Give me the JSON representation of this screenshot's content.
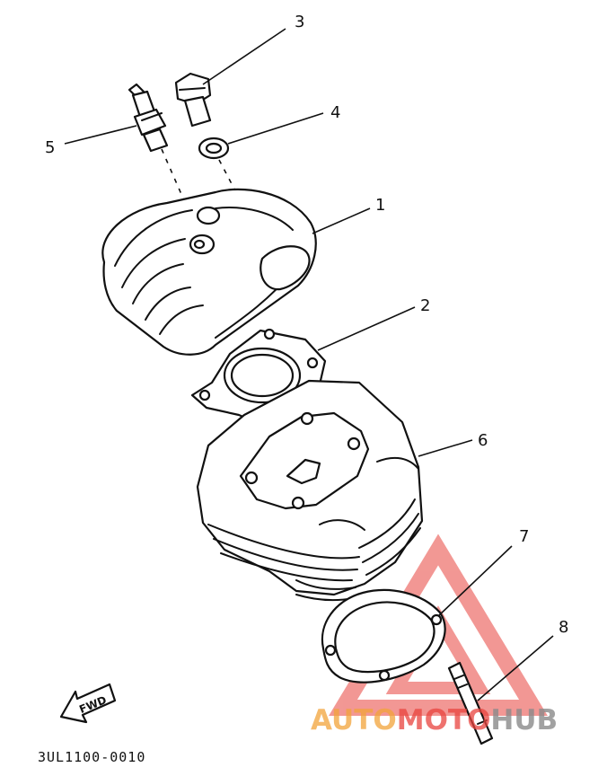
{
  "diagram": {
    "callouts": [
      {
        "id": "cyl-head",
        "label": "1"
      },
      {
        "id": "head-gasket",
        "label": "2"
      },
      {
        "id": "bolt",
        "label": "3"
      },
      {
        "id": "washer",
        "label": "4"
      },
      {
        "id": "spark-plug",
        "label": "5"
      },
      {
        "id": "cylinder",
        "label": "6"
      },
      {
        "id": "base-gasket",
        "label": "7"
      },
      {
        "id": "stud",
        "label": "8"
      }
    ],
    "fwd_label": "FWD",
    "code": "3UL1100-0010"
  },
  "watermark": {
    "part1": "AUTO",
    "part2": "MOTO",
    "part3": "HUB",
    "colors": {
      "orange": "#f2a33a",
      "red": "#e8433d",
      "grey": "#8a8a8a"
    }
  }
}
